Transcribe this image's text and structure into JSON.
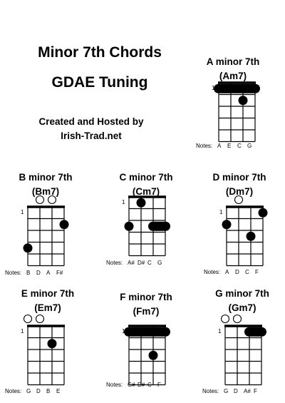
{
  "header": {
    "title_line1": "Minor 7th Chords",
    "title_line2": "GDAE Tuning",
    "credit_line1": "Created and Hosted by",
    "credit_line2": "Irish-Trad.net"
  },
  "notes_label": "Notes:",
  "chords": [
    {
      "name": "A minor 7th",
      "abbr": "(Am7)",
      "fret_label": "1",
      "notes": [
        "A",
        "E",
        "C",
        "G"
      ],
      "open": [],
      "dots": [
        {
          "string": 3,
          "fret": 2
        }
      ],
      "barres": [
        {
          "from": 1,
          "to": 4,
          "fret": 1
        }
      ]
    },
    {
      "name": "B minor 7th",
      "abbr": "(Bm7)",
      "fret_label": "1",
      "notes": [
        "B",
        "D",
        "A",
        "F#"
      ],
      "open": [
        2,
        3
      ],
      "dots": [
        {
          "string": 1,
          "fret": 4
        },
        {
          "string": 4,
          "fret": 2
        }
      ],
      "barres": []
    },
    {
      "name": "C minor 7th",
      "abbr": "(Cm7)",
      "fret_label": "1",
      "notes": [
        "A#",
        "D#",
        "C",
        "G"
      ],
      "open": [],
      "dots": [
        {
          "string": 1,
          "fret": 3
        },
        {
          "string": 2,
          "fret": 1
        }
      ],
      "barres": [
        {
          "from": 3,
          "to": 4,
          "fret": 3
        }
      ]
    },
    {
      "name": "D minor 7th",
      "abbr": "(Dm7)",
      "fret_label": "1",
      "notes": [
        "A",
        "D",
        "C",
        "F"
      ],
      "open": [
        2
      ],
      "dots": [
        {
          "string": 1,
          "fret": 2
        },
        {
          "string": 3,
          "fret": 3
        },
        {
          "string": 4,
          "fret": 1
        }
      ],
      "barres": []
    },
    {
      "name": "E minor 7th",
      "abbr": "(Em7)",
      "fret_label": "1",
      "notes": [
        "G",
        "D",
        "B",
        "E"
      ],
      "open": [
        1,
        2
      ],
      "dots": [
        {
          "string": 3,
          "fret": 2
        }
      ],
      "barres": []
    },
    {
      "name": "F minor 7th",
      "abbr": "(Fm7)",
      "fret_label": "1",
      "notes": [
        "G#",
        "D#",
        "C",
        "F"
      ],
      "open": [],
      "dots": [
        {
          "string": 3,
          "fret": 3
        }
      ],
      "barres": [
        {
          "from": 1,
          "to": 4,
          "fret": 1
        }
      ]
    },
    {
      "name": "G minor 7th",
      "abbr": "(Gm7)",
      "fret_label": "1",
      "notes": [
        "G",
        "D",
        "A#",
        "F"
      ],
      "open": [
        1,
        2
      ],
      "dots": [],
      "barres": [
        {
          "from": 3,
          "to": 4,
          "fret": 1
        }
      ]
    }
  ]
}
